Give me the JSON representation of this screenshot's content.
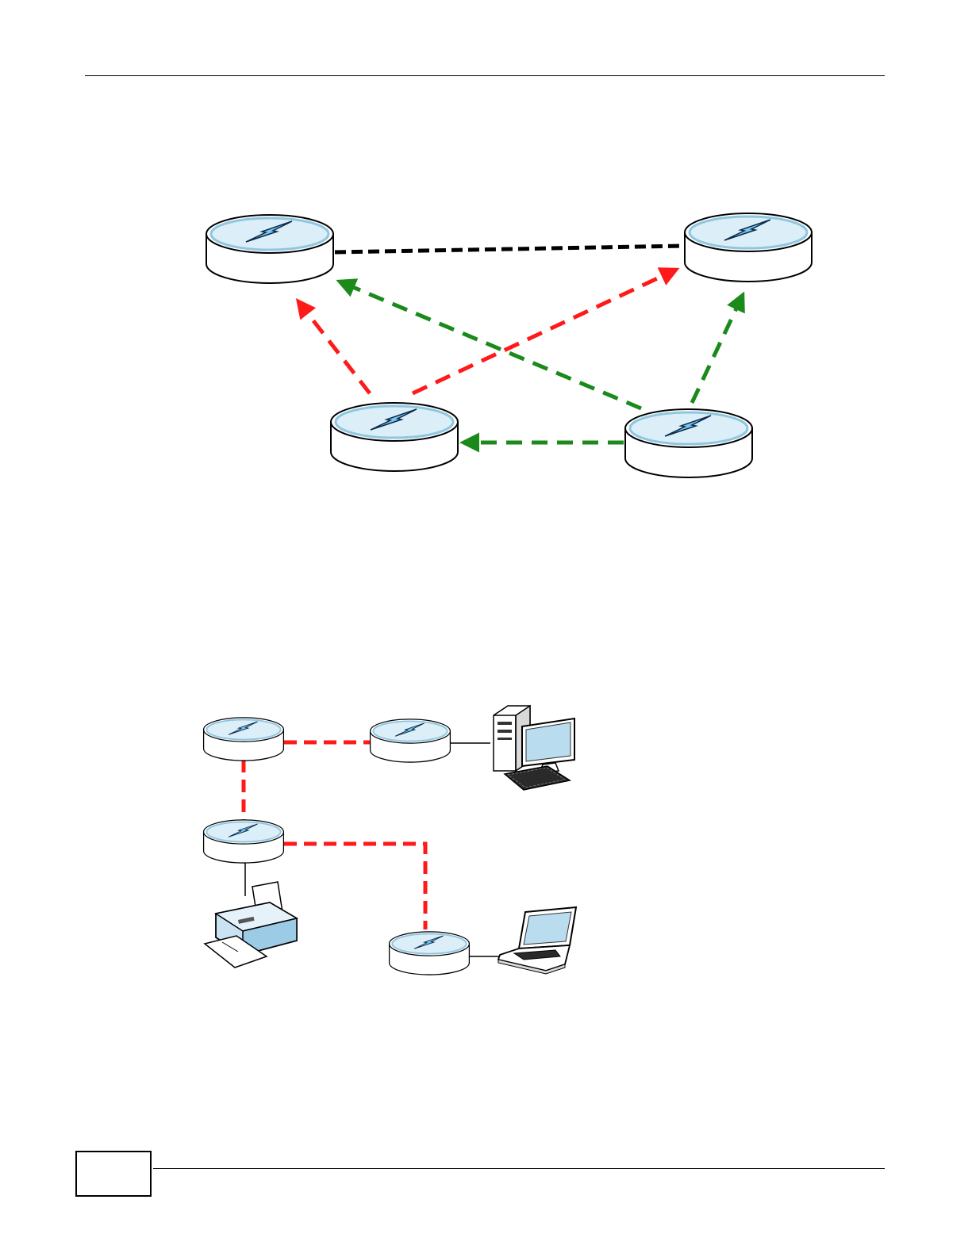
{
  "page": {
    "page_number": ""
  },
  "colors": {
    "red_link": "#ff1a1a",
    "green_link": "#1a8a1a",
    "black_link": "#000000",
    "device_top": "#dceff8",
    "device_ring": "#8fc6e0",
    "bolt": "#7ac8f0"
  },
  "figures": [
    {
      "name": "mesh-links-figure",
      "nodes": [
        "ap-top-left",
        "ap-top-right",
        "ap-bottom-left",
        "ap-bottom-right"
      ],
      "links": [
        {
          "from": "ap-top-left",
          "to": "ap-top-right",
          "style": "dashed",
          "color": "black",
          "arrow": false
        },
        {
          "from": "ap-bottom-left",
          "to": "ap-top-left",
          "style": "dashed",
          "color": "red",
          "arrow": true
        },
        {
          "from": "ap-bottom-left",
          "to": "ap-top-right",
          "style": "dashed",
          "color": "red",
          "arrow": true
        },
        {
          "from": "ap-bottom-right",
          "to": "ap-top-left",
          "style": "dashed",
          "color": "green",
          "arrow": true
        },
        {
          "from": "ap-bottom-right",
          "to": "ap-top-right",
          "style": "dashed",
          "color": "green",
          "arrow": true
        },
        {
          "from": "ap-bottom-right",
          "to": "ap-bottom-left",
          "style": "dashed",
          "color": "green",
          "arrow": true
        }
      ]
    },
    {
      "name": "mesh-clients-figure",
      "nodes": [
        "ap-1",
        "ap-2",
        "ap-3",
        "ap-4",
        "desktop-computer",
        "printer",
        "laptop"
      ],
      "links": [
        {
          "from": "ap-1",
          "to": "ap-2",
          "style": "dashed",
          "color": "red"
        },
        {
          "from": "ap-1",
          "to": "ap-3",
          "style": "dashed",
          "color": "red"
        },
        {
          "from": "ap-3",
          "to": "ap-4",
          "style": "dashed",
          "color": "red"
        },
        {
          "from": "ap-2",
          "to": "desktop-computer",
          "style": "solid",
          "color": "black"
        },
        {
          "from": "ap-3",
          "to": "printer",
          "style": "solid",
          "color": "black"
        },
        {
          "from": "ap-4",
          "to": "laptop",
          "style": "solid",
          "color": "black"
        }
      ]
    }
  ]
}
